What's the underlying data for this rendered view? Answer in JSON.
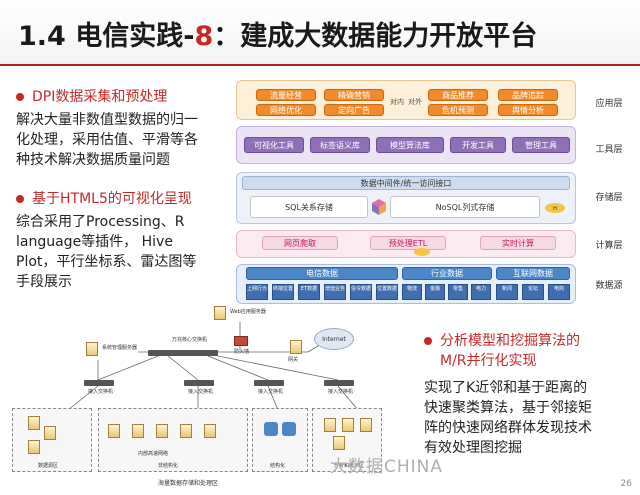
{
  "header": {
    "title_prefix": "1.4 电信实践-",
    "title_number": "8",
    "title_suffix": "：建成大数据能力开放平台"
  },
  "left": {
    "bullet1": "DPI数据采集和预处理",
    "para1": [
      "解决大量非数值型数据的归一",
      "化处理，采用估值、平滑等各",
      "种技术解决数据质量问题"
    ],
    "bullet2": "基于HTML5的可视化呈现",
    "para2": [
      "综合采用了Processing、R",
      "language等插件， Hive",
      "Plot，平行坐标系、雷达图等",
      "手段展示"
    ]
  },
  "right": {
    "bullet3_line1": "分析模型和挖掘算法的",
    "bullet3_line2": "M/R并行化实现",
    "para3": [
      "实现了K近邻和基于距离的",
      "快速聚类算法，基于邻接矩",
      "阵的快速网络群体发现技术",
      "有效处理图挖掘"
    ]
  },
  "arch": {
    "app_layer": "应用层",
    "tool_layer": "工具层",
    "storage_layer": "存储层",
    "compute_layer": "计算层",
    "source_layer": "数据源",
    "app_left": [
      "流量经营",
      "精确营销",
      "网络优化",
      "定向广告"
    ],
    "app_mid_a": "对内",
    "app_mid_b": "对外",
    "app_right": [
      "商品推荐",
      "品牌追踪",
      "危机预测",
      "舆情分析"
    ],
    "tools": [
      "可视化工具",
      "标签语义库",
      "模型算法库",
      "开发工具",
      "管理工具"
    ],
    "middleware": "数据中间件/统一访问接口",
    "sql": "SQL关系存储",
    "nosql": "NoSQL列式存储",
    "compute": [
      "网页爬取",
      "预处理ETL",
      "实时计算"
    ],
    "sources": [
      "电信数据",
      "行业数据",
      "互联网数据"
    ],
    "telecom_items": [
      "上网行为",
      "终端位置",
      "ET数据",
      "增值业务",
      "信令数据",
      "位置数据"
    ],
    "industry_items": [
      "物流",
      "金融",
      "零售",
      "电力"
    ],
    "internet_items": [
      "新闻",
      "论坛",
      "电商"
    ]
  },
  "net": {
    "web_server": "Web应用服务器",
    "firewall": "防火墙",
    "gateway": "网关",
    "internet": "Internet",
    "core_switch": "万兆核心交换机",
    "mgmt_server": "系统管理服务器",
    "access_switch": "接入交换机",
    "zone_source": "数据源区",
    "zone_hadoop": "非结构化",
    "zone_struct": "结构化",
    "zone_app": "分析和展示区",
    "bottom_caption": "海量数据存储和处理区",
    "inner_network": "内部高速网络"
  },
  "watermark": "大数据CHINA",
  "page_number": "26"
}
